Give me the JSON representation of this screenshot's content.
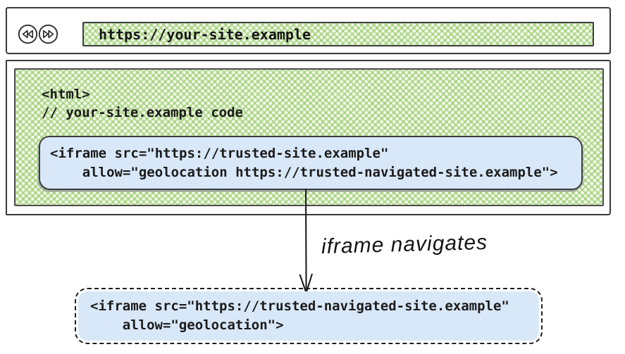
{
  "browser": {
    "back_button": {
      "icon": "double-chevron-left-icon"
    },
    "forward_button": {
      "icon": "double-chevron-right-icon"
    },
    "url": "https://your-site.example"
  },
  "page": {
    "code_line1": "<html>",
    "code_line2": "// your-site.example code",
    "iframe_box": {
      "line1": "<iframe src=\"https://trusted-site.example\"",
      "line2": "    allow=\"geolocation https://trusted-navigated-site.example\">"
    }
  },
  "annotation": {
    "arrow": "down-arrow",
    "label": "iframe navigates"
  },
  "navigated_iframe_box": {
    "line1": "<iframe src=\"https://trusted-navigated-site.example\"",
    "line2": "    allow=\"geolocation\">"
  },
  "colors": {
    "hatch_green": "#8bc556",
    "snippet_blue": "#d9e8f8",
    "ink": "#3a3a3a"
  }
}
